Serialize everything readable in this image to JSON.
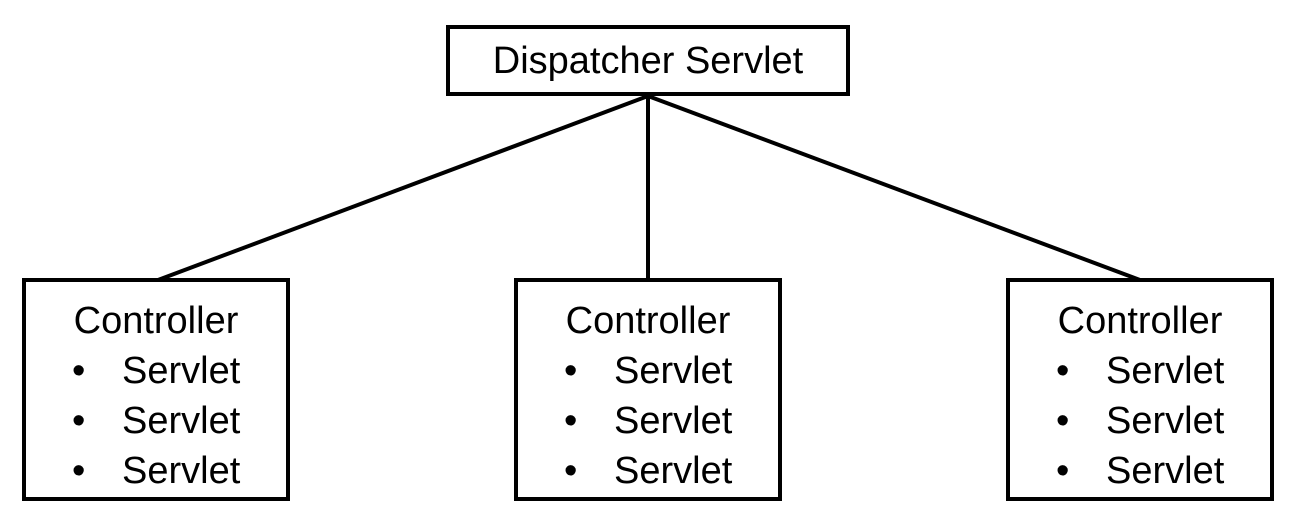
{
  "diagram": {
    "root": {
      "label": "Dispatcher Servlet"
    },
    "children": [
      {
        "title": "Controller",
        "items": [
          "Servlet",
          "Servlet",
          "Servlet"
        ]
      },
      {
        "title": "Controller",
        "items": [
          "Servlet",
          "Servlet",
          "Servlet"
        ]
      },
      {
        "title": "Controller",
        "items": [
          "Servlet",
          "Servlet",
          "Servlet"
        ]
      }
    ],
    "bullet_glyph": "•",
    "colors": {
      "stroke": "#000000",
      "background": "#ffffff"
    }
  }
}
